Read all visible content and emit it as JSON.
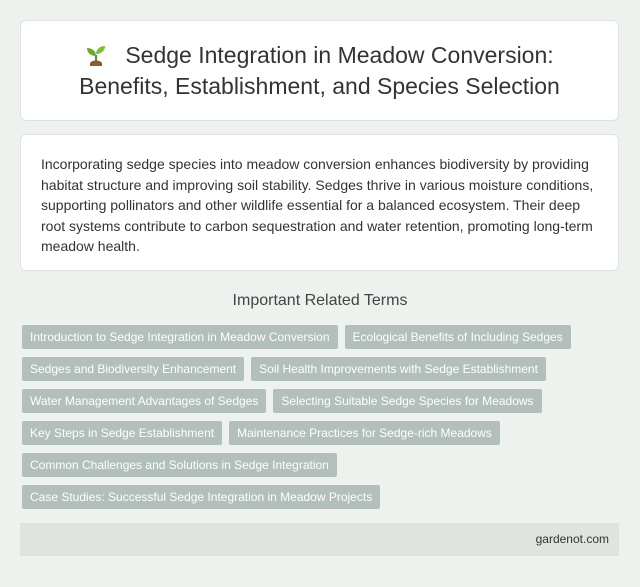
{
  "header": {
    "icon": "seedling-icon",
    "title": "Sedge Integration in Meadow Conversion: Benefits, Establishment, and Species Selection"
  },
  "summary": {
    "text": "Incorporating sedge species into meadow conversion enhances biodiversity by providing habitat structure and improving soil stability. Sedges thrive in various moisture conditions, supporting pollinators and other wildlife essential for a balanced ecosystem. Their deep root systems contribute to carbon sequestration and water retention, promoting long-term meadow health."
  },
  "related": {
    "heading": "Important Related Terms",
    "tags": [
      "Introduction to Sedge Integration in Meadow Conversion",
      "Ecological Benefits of Including Sedges",
      "Sedges and Biodiversity Enhancement",
      "Soil Health Improvements with Sedge Establishment",
      "Water Management Advantages of Sedges",
      "Selecting Suitable Sedge Species for Meadows",
      "Key Steps in Sedge Establishment",
      "Maintenance Practices for Sedge-rich Meadows",
      "Common Challenges and Solutions in Sedge Integration",
      "Case Studies: Successful Sedge Integration in Meadow Projects"
    ]
  },
  "footer": {
    "site": "gardenot.com"
  },
  "colors": {
    "background": "#eef2ee",
    "tag": "#b2bfbb",
    "footer": "#dfe4df"
  }
}
